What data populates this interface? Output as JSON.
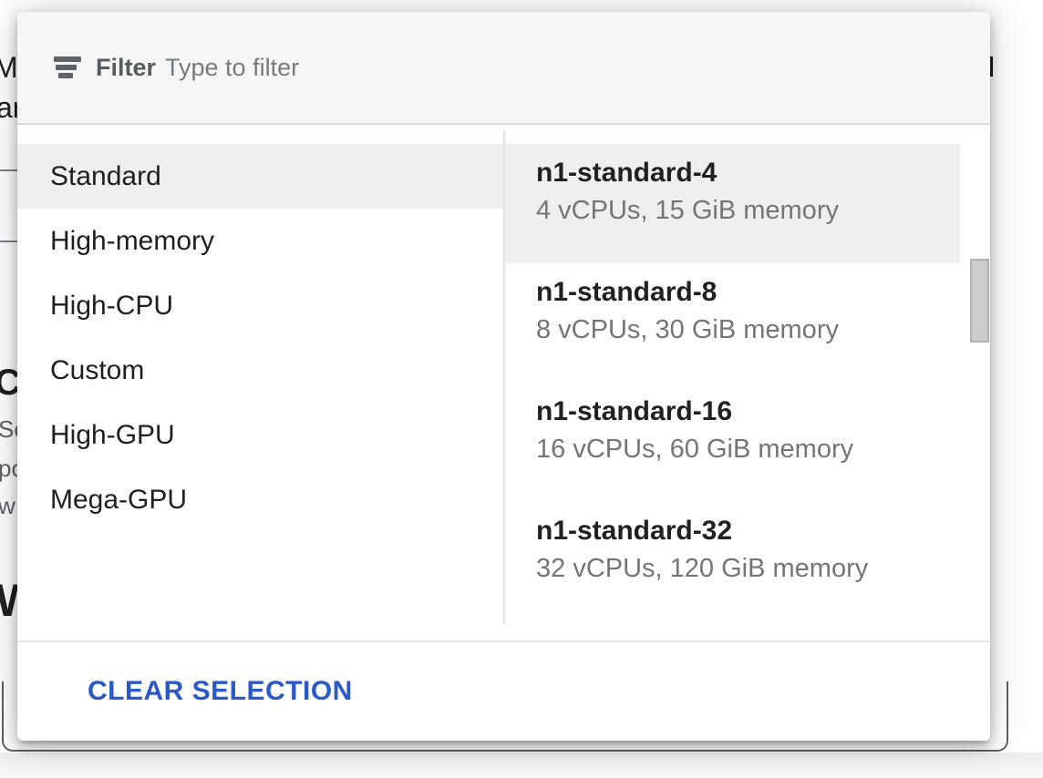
{
  "dropdown": {
    "filter_bar": {
      "icon": "filter-list-icon",
      "label": "Filter",
      "placeholder": "Type to filter",
      "value": ""
    },
    "categories": [
      {
        "label": "Standard",
        "selected": true
      },
      {
        "label": "High-memory",
        "selected": false
      },
      {
        "label": "High-CPU",
        "selected": false
      },
      {
        "label": "Custom",
        "selected": false
      },
      {
        "label": "High-GPU",
        "selected": false
      },
      {
        "label": "Mega-GPU",
        "selected": false
      }
    ],
    "machine_types": [
      {
        "name": "n1-standard-4",
        "specs": "4 vCPUs, 15 GiB memory",
        "selected": true
      },
      {
        "name": "n1-standard-8",
        "specs": "8 vCPUs, 30 GiB memory",
        "selected": false
      },
      {
        "name": "n1-standard-16",
        "specs": "16 vCPUs, 60 GiB memory",
        "selected": false
      },
      {
        "name": "n1-standard-32",
        "specs": "32 vCPUs, 120 GiB memory",
        "selected": false
      }
    ],
    "footer": {
      "clear_button": "CLEAR SELECTION"
    },
    "colors": {
      "accent_blue": "#2b59c9",
      "row_highlight": "#efefef",
      "filter_bar_bg": "#f6f6f6"
    }
  },
  "background_page": {
    "fragments": [
      {
        "text": "M"
      },
      {
        "text": "ar"
      },
      {
        "text": "C"
      },
      {
        "text": "Se"
      },
      {
        "text": "po"
      },
      {
        "text": "w"
      },
      {
        "text": "W"
      }
    ]
  }
}
